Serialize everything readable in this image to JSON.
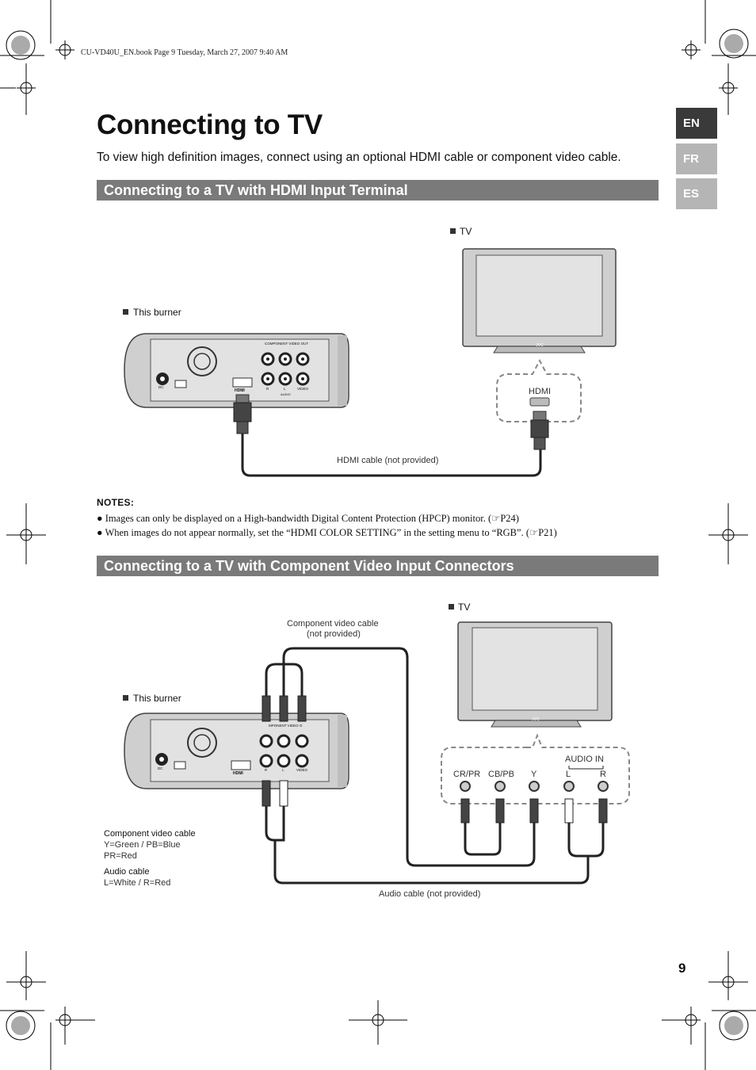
{
  "print_header": "CU-VD40U_EN.book  Page 9  Tuesday, March 27, 2007  9:40 AM",
  "title": "Connecting to TV",
  "intro": "To view high definition images, connect using an optional HDMI cable or component video cable.",
  "language_tabs": [
    {
      "label": "EN",
      "active": true
    },
    {
      "label": "FR",
      "active": false
    },
    {
      "label": "ES",
      "active": false
    }
  ],
  "section1": {
    "heading": "Connecting to a TV with HDMI Input Terminal",
    "tv_label": "TV",
    "burner_label": "This burner",
    "hdmi_port_label": "HDMI",
    "cable_label": "HDMI cable (not provided)",
    "burner_panel": {
      "component_out": "COMPONENT VIDEO OUT",
      "dc": "DC",
      "hdmi_logo": "HDMI",
      "r": "R",
      "l": "L",
      "video": "VIDEO",
      "audio": "AUDIO"
    }
  },
  "notes": {
    "title": "NOTES:",
    "items": [
      "Images can only be displayed on a High-bandwidth Digital Content Protection (HPCP) monitor. (☞P24)",
      "When images do not appear normally, set the “HDMI COLOR SETTING” in the setting menu to “RGB”. (☞P21)"
    ]
  },
  "section2": {
    "heading": "Connecting to a TV with Component Video Input Connectors",
    "tv_label": "TV",
    "burner_label": "This burner",
    "component_cable_label_line1": "Component video cable",
    "component_cable_label_line2": "(not provided)",
    "audio_cable_label": "Audio cable (not provided)",
    "audio_in": "AUDIO IN",
    "tv_jacks": [
      "CR/PR",
      "CB/PB",
      "Y",
      "L",
      "R"
    ],
    "burner_panel": {
      "component_out": "MPONENT VIDEO O",
      "dc": "DC",
      "hdmi_logo": "HDMI",
      "r": "R",
      "l": "L",
      "video": "VIDEO"
    },
    "legend": {
      "component_title": "Component video cable",
      "component_line1": "Y=Green / PB=Blue",
      "component_line2": "PR=Red",
      "audio_title": "Audio cable",
      "audio_line1": "L=White / R=Red"
    }
  },
  "page_number": "9",
  "colors": {
    "section_bar": "#7a7a7a",
    "lang_active": "#3a3a3a",
    "lang_inactive": "#b5b5b5"
  }
}
